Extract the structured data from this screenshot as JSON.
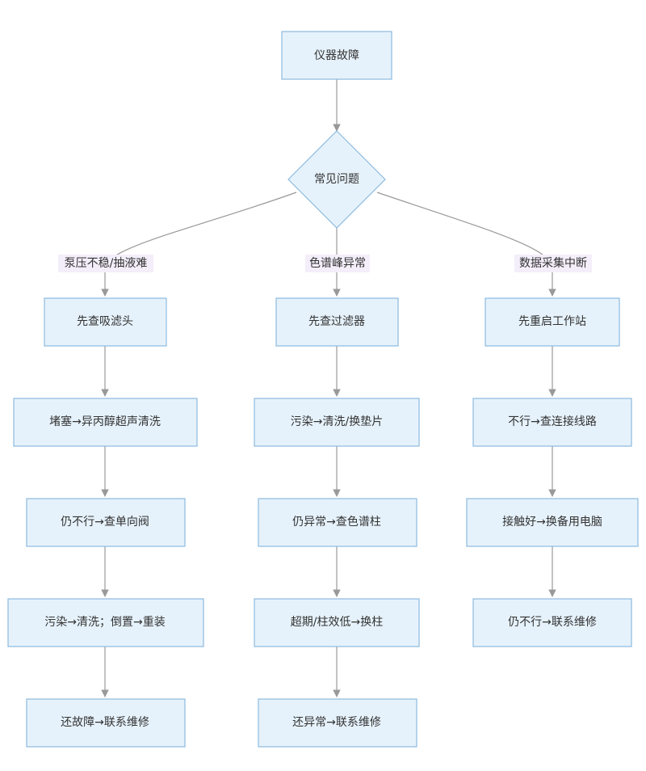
{
  "root": {
    "label": "仪器故障"
  },
  "decision": {
    "label": "常见问题"
  },
  "branches": [
    {
      "condition": "泵压不稳/抽液难",
      "steps": [
        "先查吸滤头",
        "堵塞→异丙醇超声清洗",
        "仍不行→查单向阀",
        "污染→清洗；倒置→重装",
        "还故障→联系维修"
      ]
    },
    {
      "condition": "色谱峰异常",
      "steps": [
        "先查过滤器",
        "污染→清洗/换垫片",
        "仍异常→查色谱柱",
        "超期/柱效低→换柱",
        "还异常→联系维修"
      ]
    },
    {
      "condition": "数据采集中断",
      "steps": [
        "先重启工作站",
        "不行→查连接线路",
        "接触好→换备用电脑",
        "仍不行→联系维修"
      ]
    }
  ],
  "colors": {
    "node_fill": "#e6f2fb",
    "node_stroke": "#8cbbe0",
    "edge": "#999999",
    "label_bg": "#f4eefa"
  }
}
